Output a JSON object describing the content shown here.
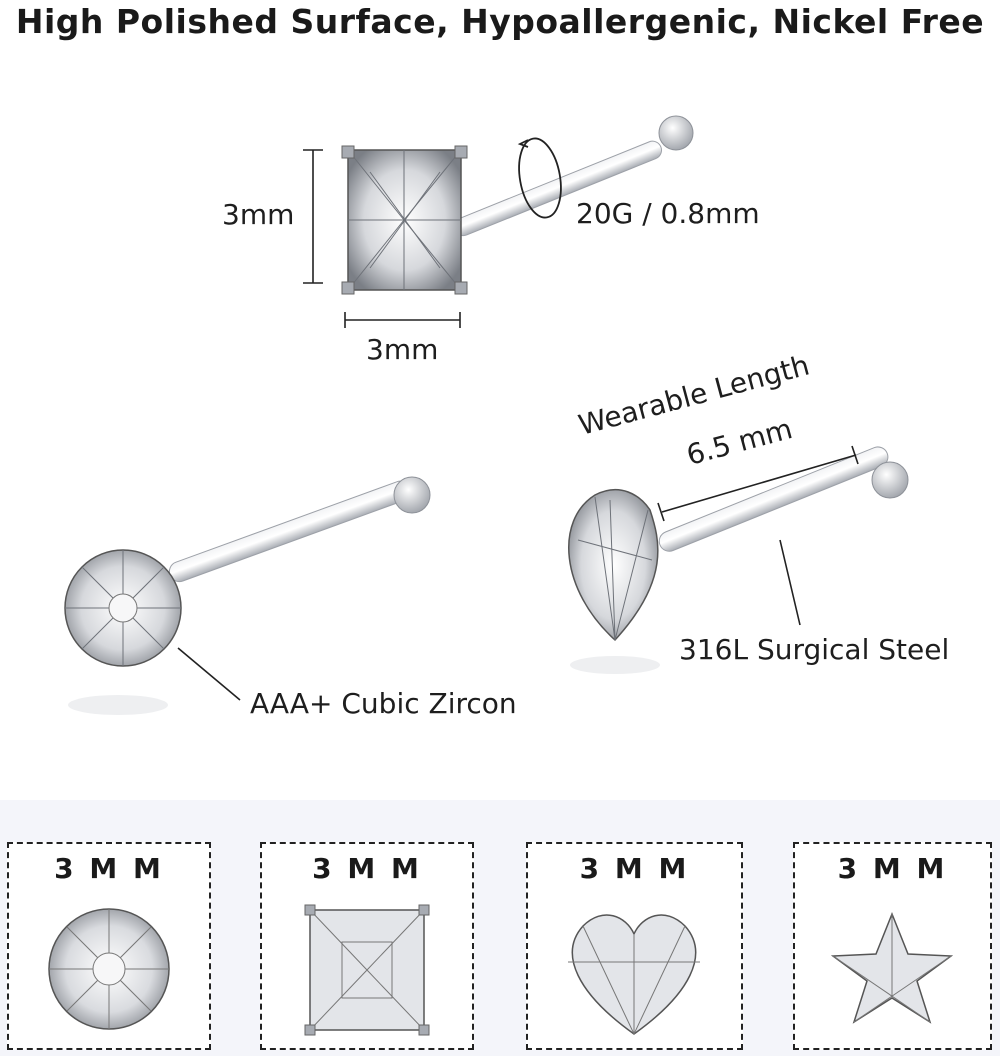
{
  "header": {
    "title": "High Polished Surface, Hypoallergenic, Nickel Free"
  },
  "labels": {
    "height": "3mm",
    "width": "3mm",
    "gauge": "20G / 0.8mm",
    "wearable_line1": "Wearable Length",
    "wearable_line2": "6.5 mm",
    "steel": "316L Surgical Steel",
    "zircon": "AAA+ Cubic Zircon"
  },
  "shapes": [
    {
      "label": "3 M M",
      "icon": "round-gem-icon"
    },
    {
      "label": "3 M M",
      "icon": "square-gem-icon"
    },
    {
      "label": "3 M M",
      "icon": "heart-gem-icon"
    },
    {
      "label": "3 M M",
      "icon": "star-gem-icon"
    }
  ],
  "colors": {
    "background": "#ffffff",
    "strip": "#f4f5fa",
    "steel": "#c9ccd2"
  }
}
